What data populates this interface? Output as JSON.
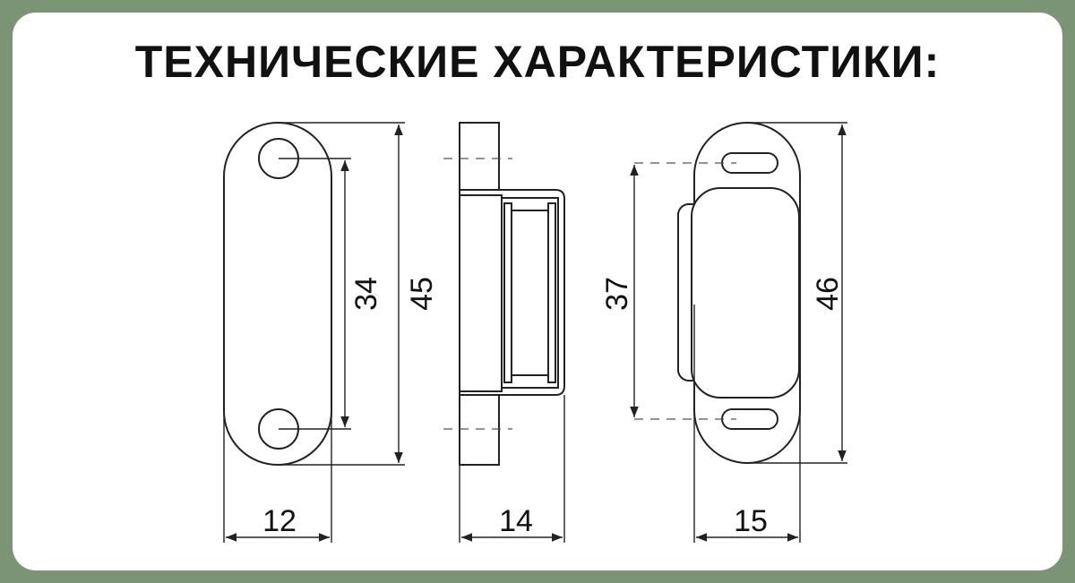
{
  "title": "ТЕХНИЧЕСКИЕ ХАРАКТЕРИСТИКИ:",
  "dimensions": {
    "front_width": "12",
    "front_hole_spacing": "34",
    "front_height": "45",
    "side_depth": "14",
    "counter_slot_spacing": "37",
    "counter_height": "46",
    "counter_width": "15"
  },
  "colors": {
    "background": "#7b9475",
    "card": "#ffffff",
    "lines": "#222222"
  }
}
